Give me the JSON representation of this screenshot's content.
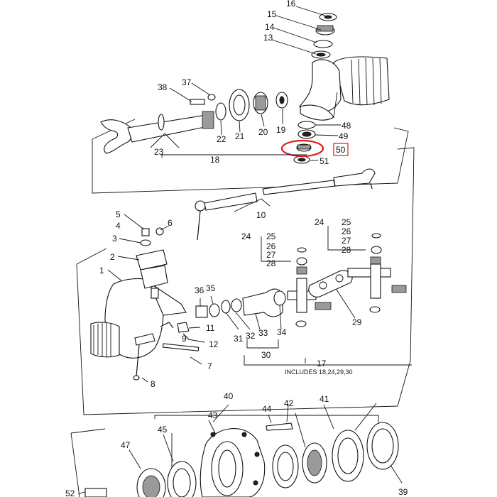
{
  "callouts": {
    "c1": "1",
    "c2": "2",
    "c3": "3",
    "c4": "4",
    "c5": "5",
    "c6": "6",
    "c7": "7",
    "c8": "8",
    "c9": "9",
    "c10": "10",
    "c11": "11",
    "c12": "12",
    "c13": "13",
    "c14": "14",
    "c15": "15",
    "c16": "16",
    "c17": "17",
    "c18": "18",
    "c19": "19",
    "c20": "20",
    "c21": "21",
    "c22": "22",
    "c23": "23",
    "c24a": "24",
    "c24b": "24",
    "c25a": "25",
    "c25b": "25",
    "c26a": "26",
    "c26b": "26",
    "c27a": "27",
    "c27b": "27",
    "c28a": "28",
    "c28b": "28",
    "c29": "29",
    "c30": "30",
    "c31": "31",
    "c32": "32",
    "c33": "33",
    "c34": "34",
    "c35": "35",
    "c36": "36",
    "c37": "37",
    "c38": "38",
    "c39": "39",
    "c40": "40",
    "c41": "41",
    "c42": "42",
    "c43": "43",
    "c44": "44",
    "c45": "45",
    "c47": "47",
    "c48": "48",
    "c49": "49",
    "c50": "50",
    "c51": "51",
    "c52": "52"
  },
  "notes": {
    "includes": "INCLUDES 18,24,29,30"
  },
  "highlight": {
    "part": "50",
    "color": "#e01818"
  }
}
